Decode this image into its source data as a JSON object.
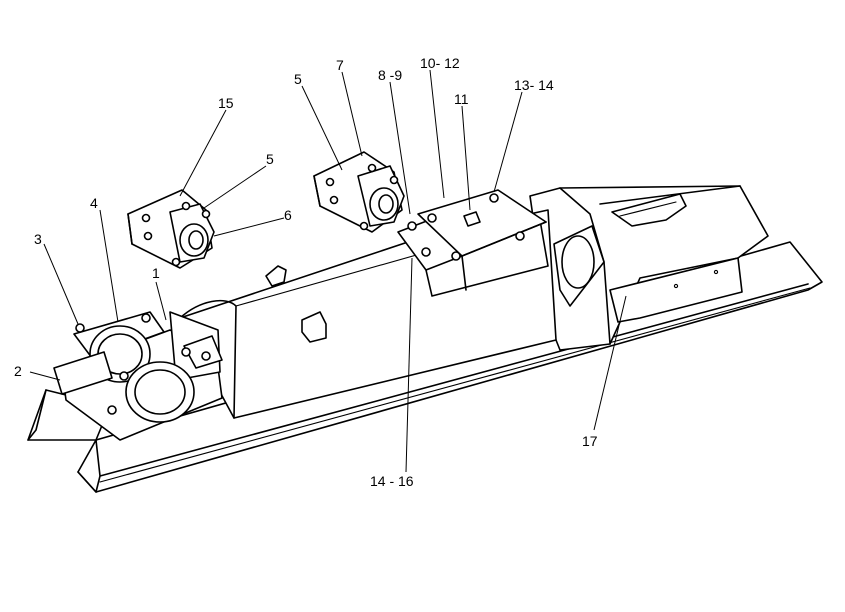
{
  "callouts": {
    "c1": "1",
    "c2": "2",
    "c3": "3",
    "c4": "4",
    "c5a": "5",
    "c5b": "5",
    "c6": "6",
    "c7": "7",
    "c8_9": "8 -9",
    "c10_12": "10- 12",
    "c11": "11",
    "c13_14": "13- 14",
    "c14_16": "14 - 16",
    "c15": "15",
    "c17": "17"
  }
}
